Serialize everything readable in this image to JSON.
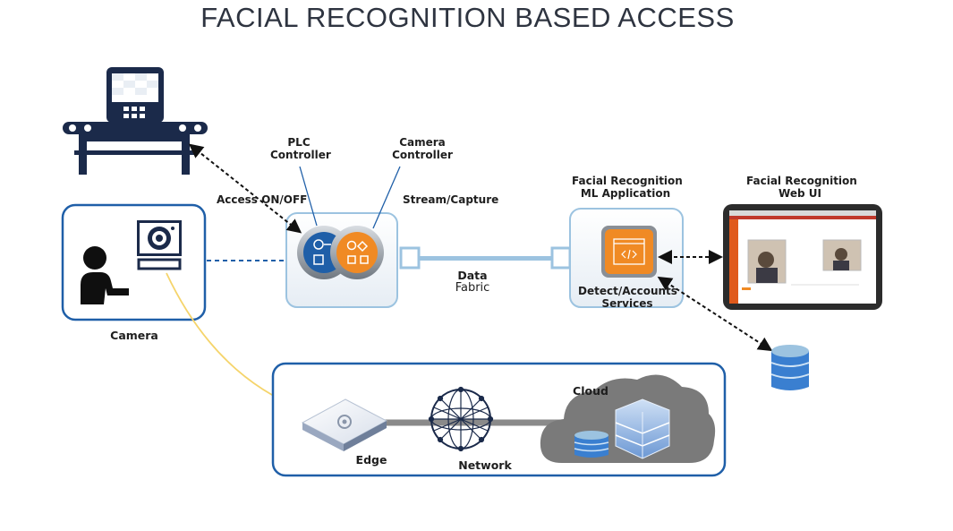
{
  "title": "FACIAL RECOGNITION BASED ACCESS",
  "labels": {
    "plc_line1": "PLC",
    "plc_line2": "Controller",
    "camctl_line1": "Camera",
    "camctl_line2": "Controller",
    "access": "Access ON/OFF",
    "stream": "Stream/Capture",
    "data_line1": "Data",
    "data_line2": "Fabric",
    "ml_line1": "Facial Recognition",
    "ml_line2": "ML Application",
    "webui_line1": "Facial Recognition",
    "webui_line2": "Web UI",
    "detect_line1": "Detect/Accounts",
    "detect_line2": "Services",
    "camera": "Camera",
    "cloud": "Cloud",
    "edge": "Edge",
    "network": "Network"
  },
  "colors": {
    "navy": "#1b2a4a",
    "box_border_blue": "#1f5fa8",
    "light_border": "#9cc3e0",
    "plc_blue": "#1f5fa8",
    "orange": "#f08a24",
    "fabric": "#9cc3e0",
    "yellow_line": "#f5d46b",
    "cloud_gray": "#7a7a7a",
    "db_blue": "#3a7fd0"
  },
  "icons": [
    "machine-terminal-icon",
    "person-icon",
    "camera-icon",
    "plc-controller-icon",
    "camera-controller-icon",
    "ml-application-icon",
    "web-ui-screenshot",
    "database-icon",
    "edge-gateway-icon",
    "network-globe-icon",
    "cloud-icon",
    "server-stack-icon"
  ]
}
